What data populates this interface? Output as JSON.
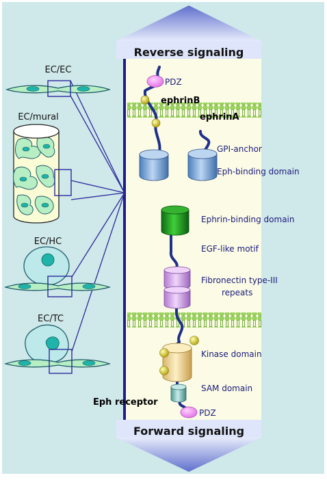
{
  "signals": {
    "reverse": "Reverse signaling",
    "forward": "Forward signaling"
  },
  "contexts": {
    "ec_ec": "EC/EC",
    "ec_mural": "EC/mural",
    "ec_hc": "EC/HC",
    "ec_tc": "EC/TC"
  },
  "ligands": {
    "ephrin_b": "ephrinB",
    "ephrin_a": "ephrinA",
    "pdz": "PDZ",
    "gpi_anchor": "GPI-anchor",
    "eph_binding": "Eph-binding domain"
  },
  "receptor": {
    "ephrin_binding": "Ephrin-binding domain",
    "egf_like": "EGF-like motif",
    "fibronectin_line1": "Fibronectin type-III",
    "fibronectin_line2": "repeats",
    "kinase": "Kinase domain",
    "sam": "SAM domain",
    "name": "Eph receptor",
    "pdz": "PDZ"
  },
  "colors": {
    "background": "#cfe8ea",
    "arrow_light": "#dfe6fb",
    "arrow_dark": "#5f6fcc",
    "band": "#fbfbe6",
    "membrane": "#9bd75a",
    "link_line": "#2a2a9a",
    "cell_body": "#b7eec4",
    "nucleus": "#1fb3a9"
  }
}
